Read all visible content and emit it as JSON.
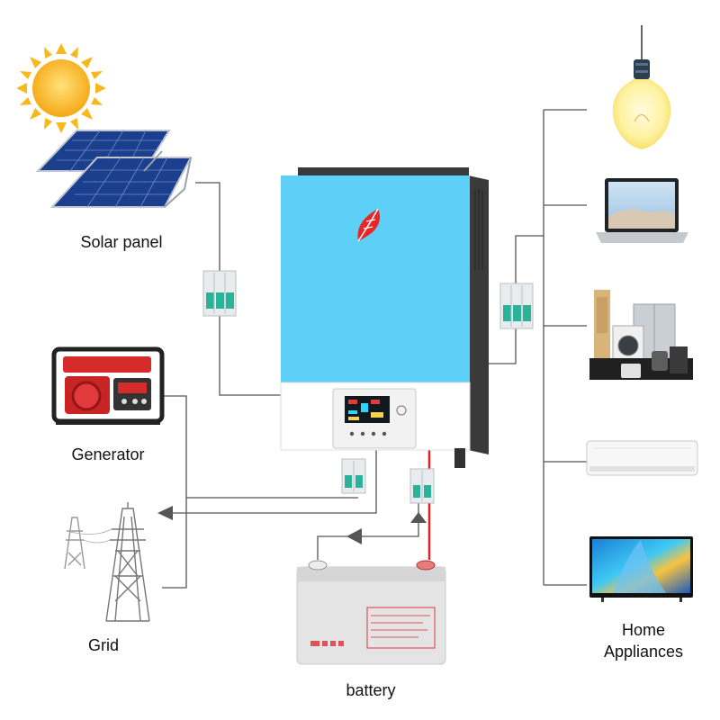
{
  "diagram": {
    "labels": {
      "solar_panel": "Solar panel",
      "generator": "Generator",
      "grid": "Grid",
      "battery": "battery",
      "home_line1": "Home",
      "home_line2": "Appliances"
    },
    "colors": {
      "inverter_blue": "#5ecff7",
      "inverter_body": "#ffffff",
      "inverter_frame": "#3a3a3a",
      "logo_red": "#e8262a",
      "wire": "#555555",
      "wire_red": "#d9252a",
      "sun": "#f7b81c",
      "panel": "#1b3f8c",
      "generator_red": "#d62b2b",
      "battery_body": "#e4e4e4",
      "battery_label": "#e0525a",
      "breaker_green": "#2bb39a"
    },
    "icons": [
      "sun-icon",
      "solar-panel-icon",
      "generator-icon",
      "pylon-icon",
      "battery-icon",
      "inverter-icon",
      "breaker-icon",
      "light-bulb-icon",
      "laptop-icon",
      "appliances-icon",
      "air-conditioner-icon",
      "tv-icon",
      "arrow-icon",
      "leaf-logo-icon"
    ]
  }
}
